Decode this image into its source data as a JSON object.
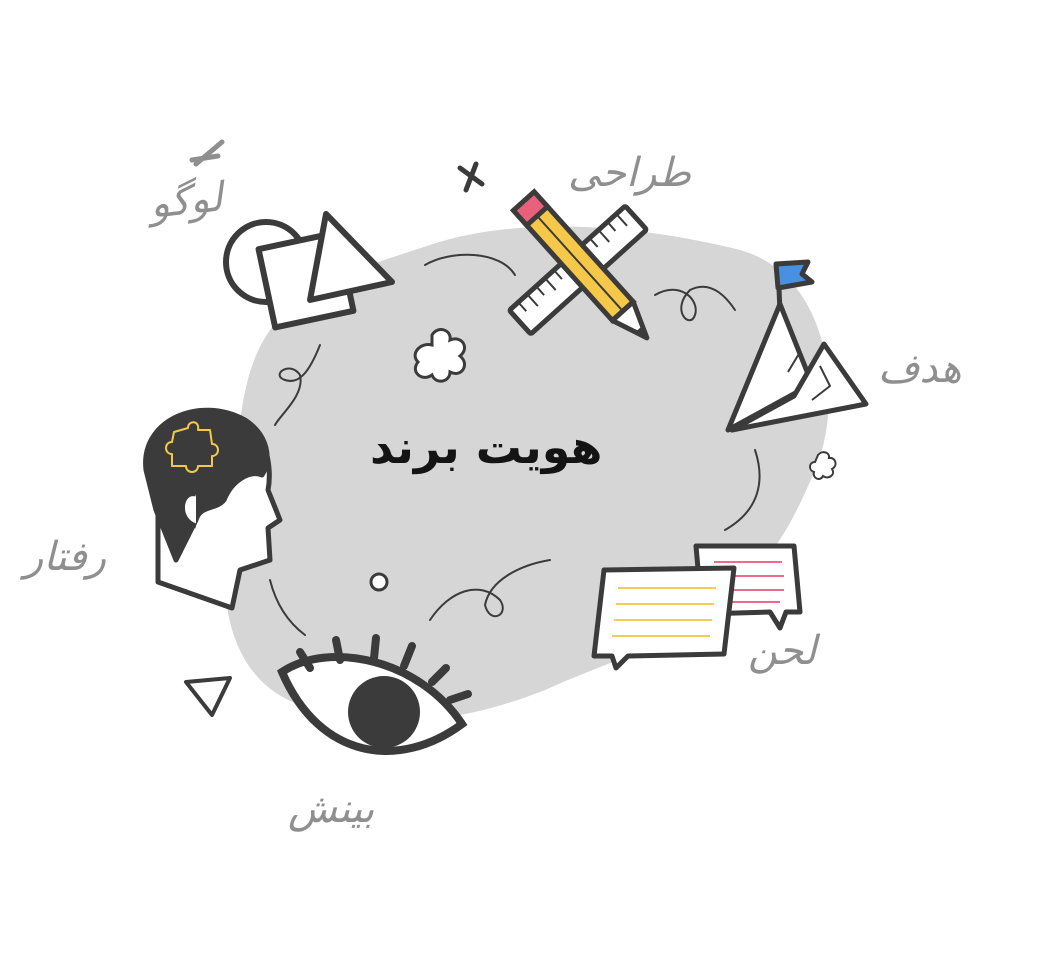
{
  "center": {
    "title": "هویت برند"
  },
  "labels": {
    "logo": "لوگو",
    "design": "طراحی",
    "goal": "هدف",
    "tone": "لحن",
    "insight": "بینش",
    "behavior": "رفتار"
  },
  "colors": {
    "blob": "#d6d6d6",
    "ink": "#3b3b3b",
    "label": "#8f8f8f",
    "pencil": "#f5c84a",
    "eraser": "#e8607a",
    "flag": "#4a90e2",
    "note_yellow_lines": "#f2cc57",
    "note_pink_lines": "#ea6d8d"
  },
  "icons": [
    "shapes-icon",
    "pencil-ruler-icon",
    "mountain-flag-icon",
    "speech-bubbles-icon",
    "eye-icon",
    "head-puzzle-icon"
  ]
}
